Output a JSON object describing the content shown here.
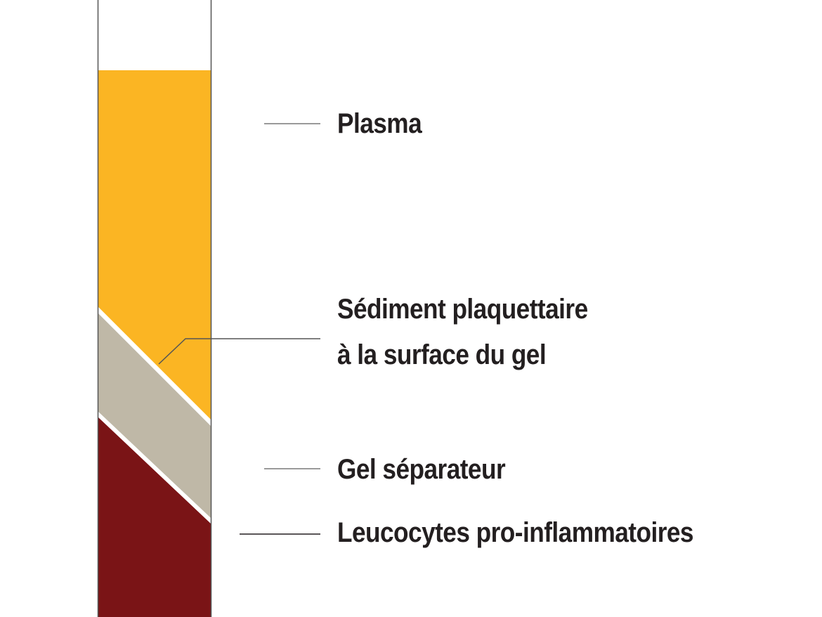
{
  "labels": {
    "plasma": "Plasma",
    "sediment_line1": "Sédiment plaquettaire",
    "sediment_line2": "à la surface du gel",
    "gel": "Gel séparateur",
    "leucocytes": "Leucocytes pro-inflammatoires"
  },
  "colors": {
    "plasma": "#fbb523",
    "gel": "#bfb8a7",
    "leucocytes": "#7a1416",
    "tube_outline": "#555555",
    "leader_line": "#9a9a9a"
  }
}
